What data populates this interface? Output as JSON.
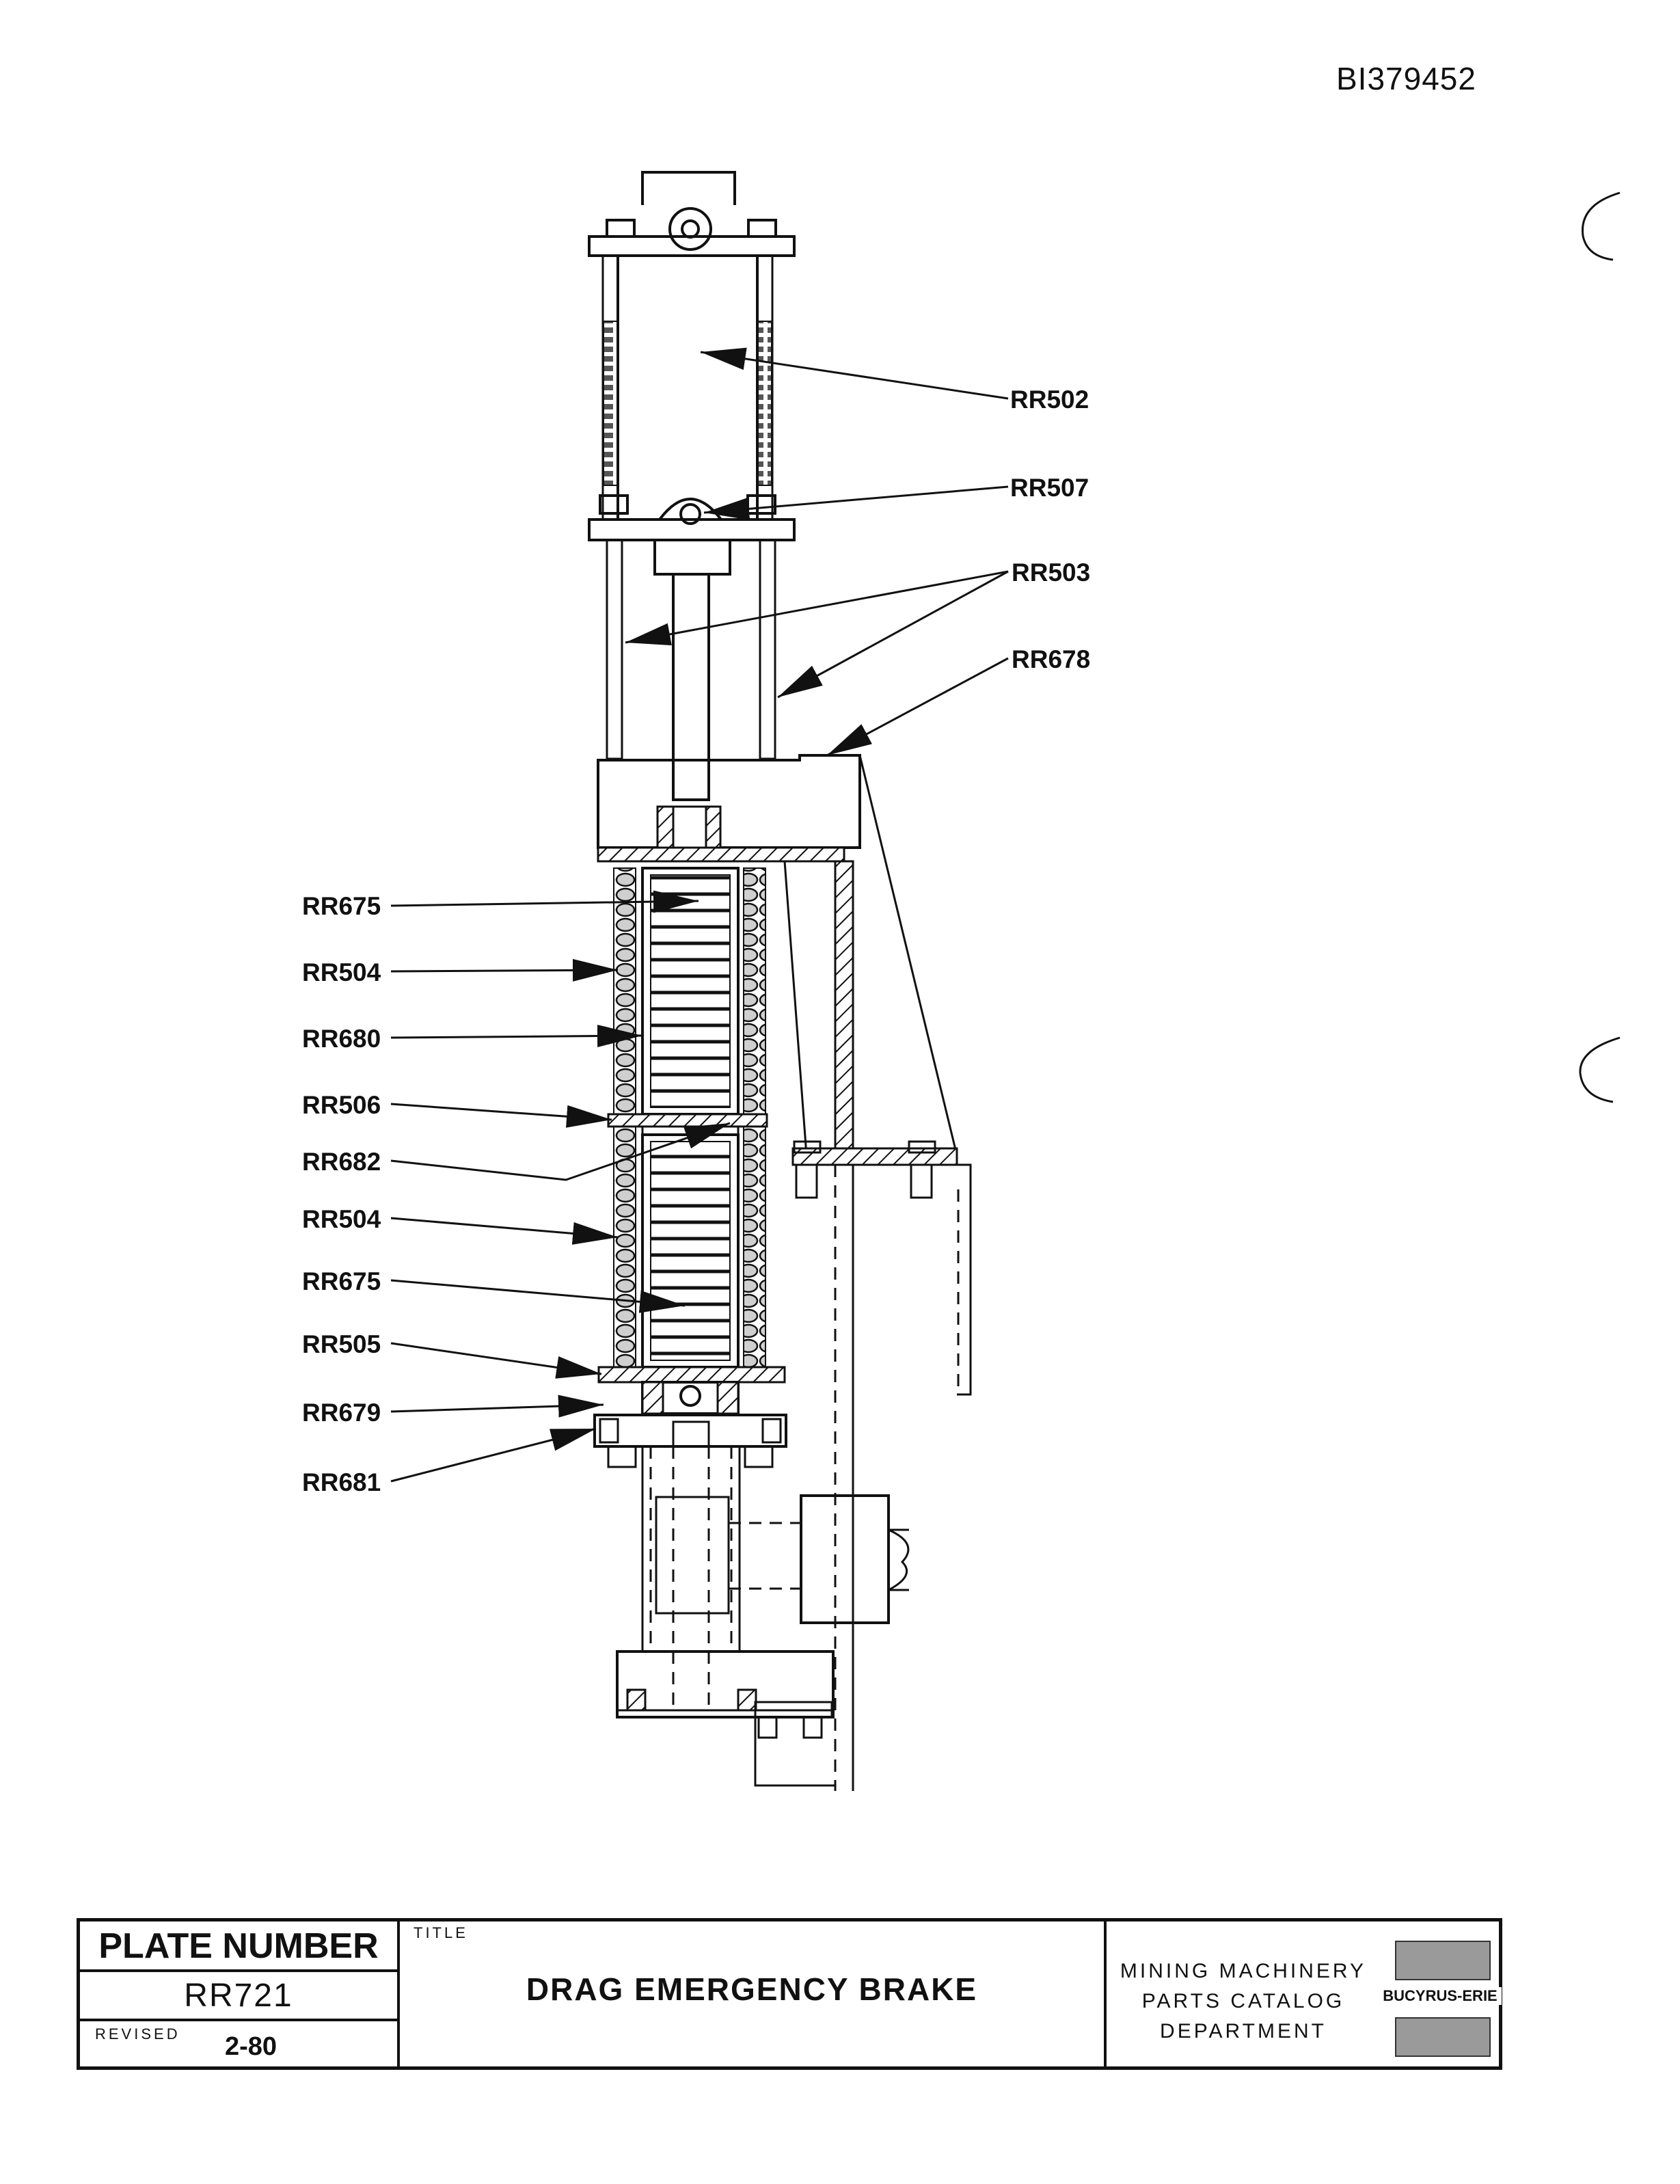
{
  "document_id": "BI379452",
  "callouts": {
    "rr502": "RR502",
    "rr507": "RR507",
    "rr503": "RR503",
    "rr678": "RR678",
    "rr675_top": "RR675",
    "rr504_top": "RR504",
    "rr680": "RR680",
    "rr506": "RR506",
    "rr682": "RR682",
    "rr504_bottom": "RR504",
    "rr675_bottom": "RR675",
    "rr505": "RR505",
    "rr679": "RR679",
    "rr681": "RR681"
  },
  "title_block": {
    "plate_number_label": "PLATE NUMBER",
    "plate_number": "RR721",
    "revised_label": "REVISED",
    "revised_value": "2-80",
    "title_label": "TITLE",
    "title": "DRAG EMERGENCY BRAKE",
    "department_line1": "MINING MACHINERY",
    "department_line2": "PARTS CATALOG",
    "department_line3": "DEPARTMENT",
    "logo_text": "BUCYRUS-ERIE"
  }
}
